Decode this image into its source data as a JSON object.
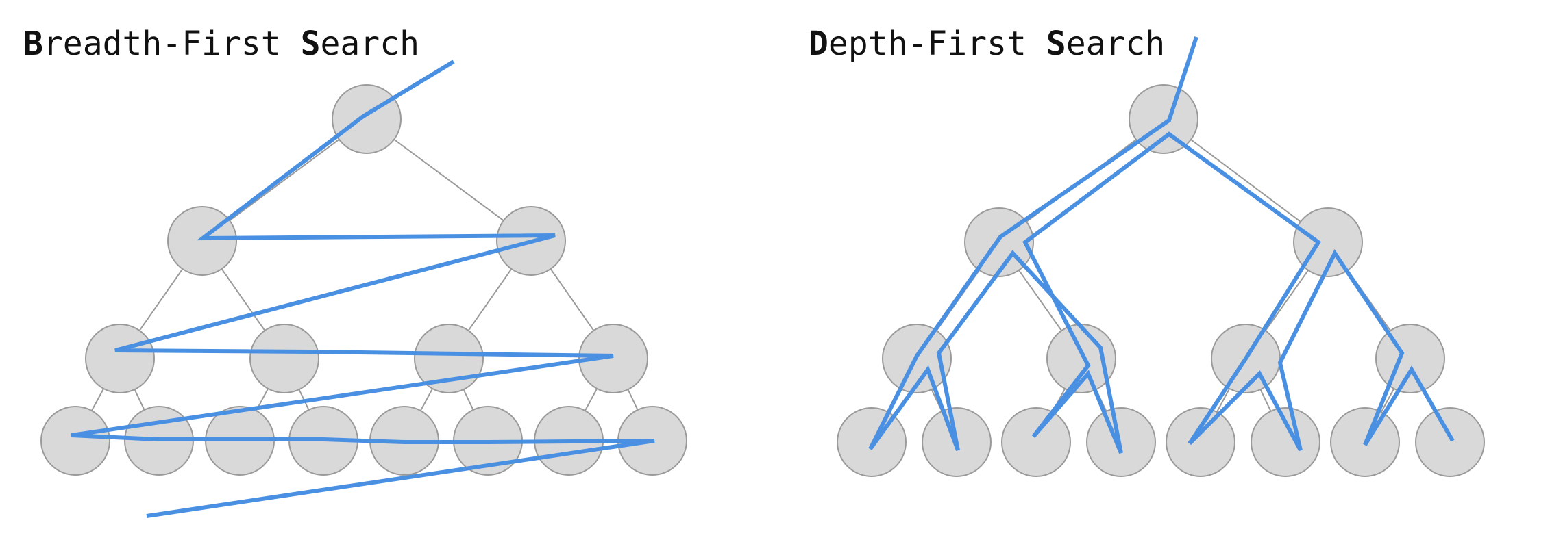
{
  "diagram": {
    "bfs": {
      "title_initial": "B",
      "title_rest": "readth-First ",
      "title_initial2": "S",
      "title_rest2": "earch"
    },
    "dfs": {
      "title_initial": "D",
      "title_rest": "epth-First ",
      "title_initial2": "S",
      "title_rest2": "earch"
    },
    "colors": {
      "path": "#4a90e2",
      "node_fill": "#d9d9d9",
      "node_stroke": "#9a9a9a",
      "edge": "#9a9a9a"
    }
  }
}
